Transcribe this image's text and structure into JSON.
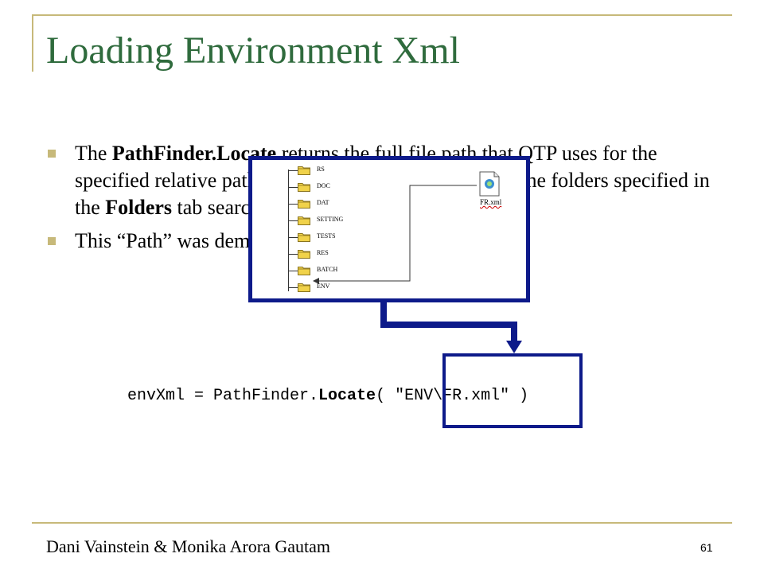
{
  "slide": {
    "title": "Loading Environment Xml",
    "footer": "Dani Vainstein & Monika Arora Gautam",
    "page_number": "61"
  },
  "bullets": [
    {
      "parts": [
        {
          "text": "The ",
          "bold": false
        },
        {
          "text": "PathFinder.Locate",
          "bold": true
        },
        {
          "text": " returns the full file path that QTP uses for the specified relative path (it resolves the path ) based on the folders specified in the ",
          "bold": false
        },
        {
          "text": "Folders",
          "bold": true
        },
        {
          "text": " tab search list ( Tools → Options ).",
          "bold": false
        }
      ]
    },
    {
      "parts": [
        {
          "text": "This “Path” was demonstrated in the presentation.",
          "bold": false
        }
      ]
    }
  ],
  "code": {
    "prefix": "envXml = PathFinder.",
    "method": "Locate",
    "suffix": "( \"ENV\\FR.xml\" )"
  },
  "folder_tree": {
    "folders": [
      "RS",
      "DOC",
      "DAT",
      "SETTING",
      "TESTS",
      "RES",
      "BATCH",
      "ENV"
    ],
    "file_name": "FR.xml"
  },
  "colors": {
    "title": "#2f6b3d",
    "accent_gold": "#c7b97a",
    "overlay_border": "#0d1a8a",
    "folder": "#f0d24a"
  }
}
